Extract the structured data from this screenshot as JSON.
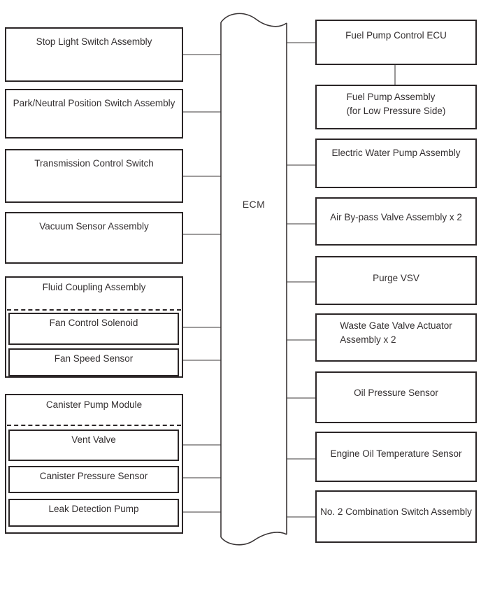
{
  "diagram": {
    "ecm": {
      "label": "ECM"
    },
    "left_boxes": [
      {
        "label": "Stop Light Switch Assembly"
      },
      {
        "label": "Park/Neutral Position Switch Assembly"
      },
      {
        "label": "Transmission Control Switch"
      },
      {
        "label": "Vacuum Sensor Assembly"
      }
    ],
    "left_groups": [
      {
        "title": "Fluid Coupling Assembly",
        "items": [
          {
            "label": "Fan Control Solenoid"
          },
          {
            "label": "Fan Speed Sensor"
          }
        ]
      },
      {
        "title": "Canister Pump Module",
        "items": [
          {
            "label": "Vent Valve"
          },
          {
            "label": "Canister Pressure Sensor"
          },
          {
            "label": "Leak Detection Pump"
          }
        ]
      }
    ],
    "right_boxes": [
      {
        "label": "Fuel Pump Control ECU"
      },
      {
        "label": "Fuel Pump Assembly\n(for Low Pressure Side)"
      },
      {
        "label": "Electric Water Pump Assembly"
      },
      {
        "label": "Air By-pass Valve Assembly x 2"
      },
      {
        "label": "Purge VSV"
      },
      {
        "label": "Waste Gate Valve Actuator\nAssembly x 2"
      },
      {
        "label": "Oil Pressure Sensor"
      },
      {
        "label": "Engine Oil Temperature Sensor"
      },
      {
        "label": "No. 2 Combination Switch Assembly"
      }
    ],
    "colors": {
      "box_border": "#2b2627",
      "connector": "#7f7b7c",
      "background": "#ffffff",
      "text": "#332f30"
    }
  }
}
